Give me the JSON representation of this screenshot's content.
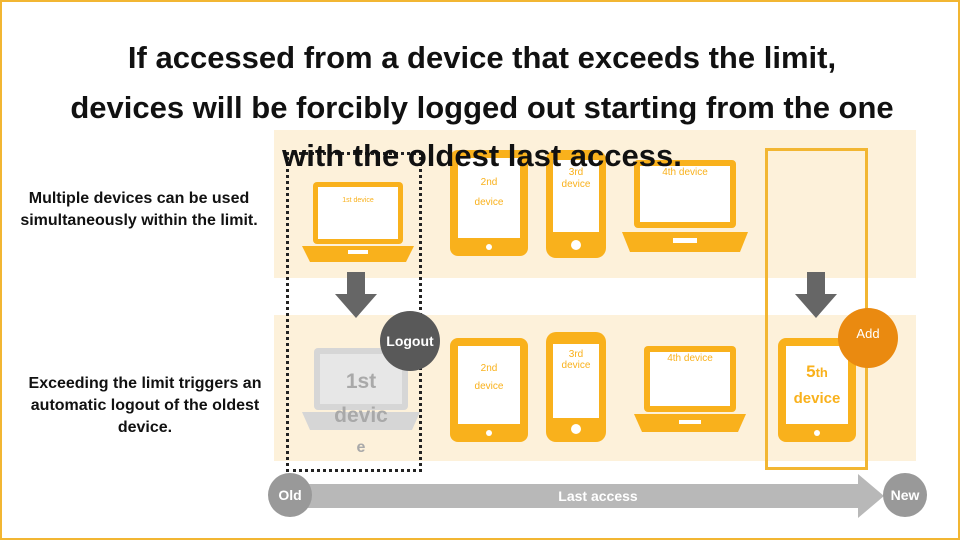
{
  "title": {
    "line1": "If accessed from a device that exceeds the limit,",
    "line2": "devices will be forcibly logged out starting from the one",
    "line3": "with the oldest last access."
  },
  "top_note": "Multiple devices can be used simultaneously within the limit.",
  "bottom_note": "Exceeding the limit triggers an automatic logout of the oldest device.",
  "top_row": {
    "d1": "1st device",
    "d2a": "2nd",
    "d2b": "device",
    "d3a": "3rd",
    "d3b": "device",
    "d4": "4th device"
  },
  "bottom_row": {
    "d1a": "1st",
    "d1b": "devic",
    "d1c": "e",
    "d2a": "2nd",
    "d2b": "device",
    "d3a": "3rd",
    "d3b": "device",
    "d4": "4th device",
    "d5a": "5",
    "d5sup": "th",
    "d5b": "device"
  },
  "badges": {
    "logout": "Logout",
    "add": "Add"
  },
  "timeline": {
    "old": "Old",
    "label": "Last access",
    "new": "New"
  },
  "colors": {
    "device": "#f9b11c",
    "band": "#fdf1da",
    "gray": "#a9a9a9",
    "add_badge": "#ea8a10",
    "arrow": "#666666"
  }
}
